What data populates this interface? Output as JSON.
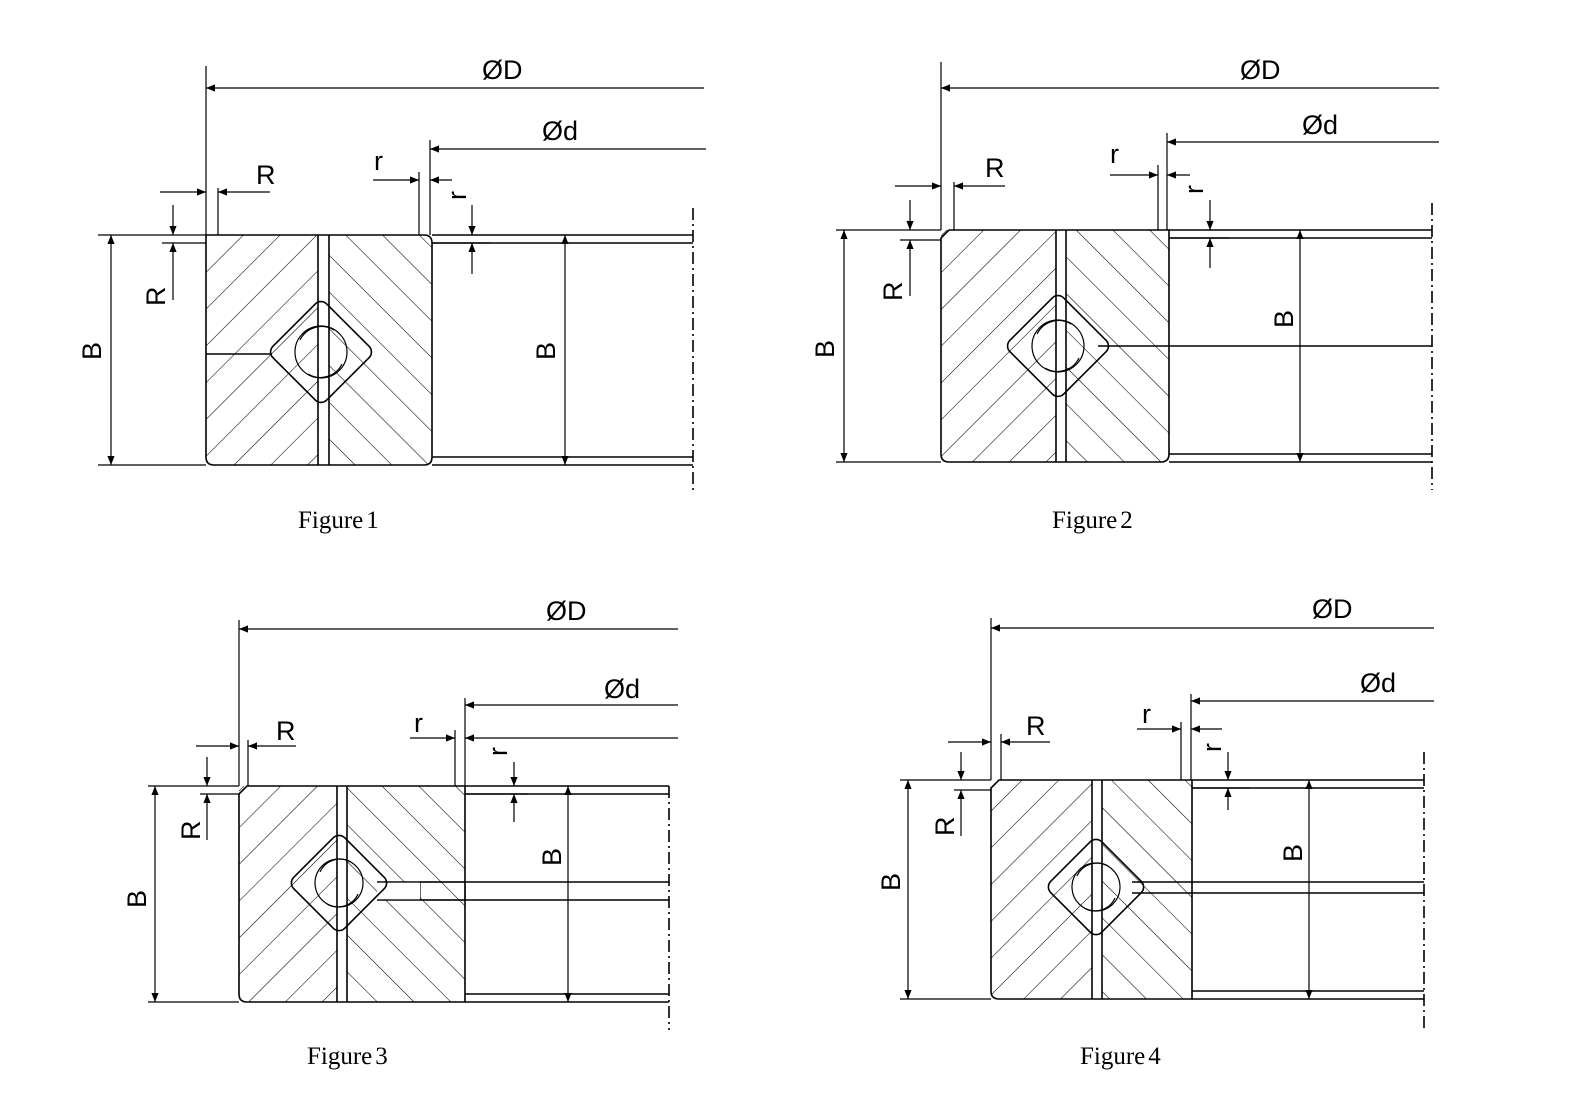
{
  "figures": [
    {
      "caption": "Figure",
      "number": "1",
      "labels": {
        "outer_diameter": "ØD",
        "inner_diameter": "Ød",
        "height": "B",
        "outer_chamfer": "R",
        "inner_chamfer": "r"
      }
    },
    {
      "caption": "Figure",
      "number": "2",
      "labels": {
        "outer_diameter": "ØD",
        "inner_diameter": "Ød",
        "height": "B",
        "outer_chamfer": "R",
        "inner_chamfer": "r"
      }
    },
    {
      "caption": "Figure",
      "number": "3",
      "labels": {
        "outer_diameter": "ØD",
        "inner_diameter": "Ød",
        "height": "B",
        "outer_chamfer": "R",
        "inner_chamfer": "r"
      }
    },
    {
      "caption": "Figure",
      "number": "4",
      "labels": {
        "outer_diameter": "ØD",
        "inner_diameter": "Ød",
        "height": "B",
        "outer_chamfer": "R",
        "inner_chamfer": "r"
      }
    }
  ]
}
